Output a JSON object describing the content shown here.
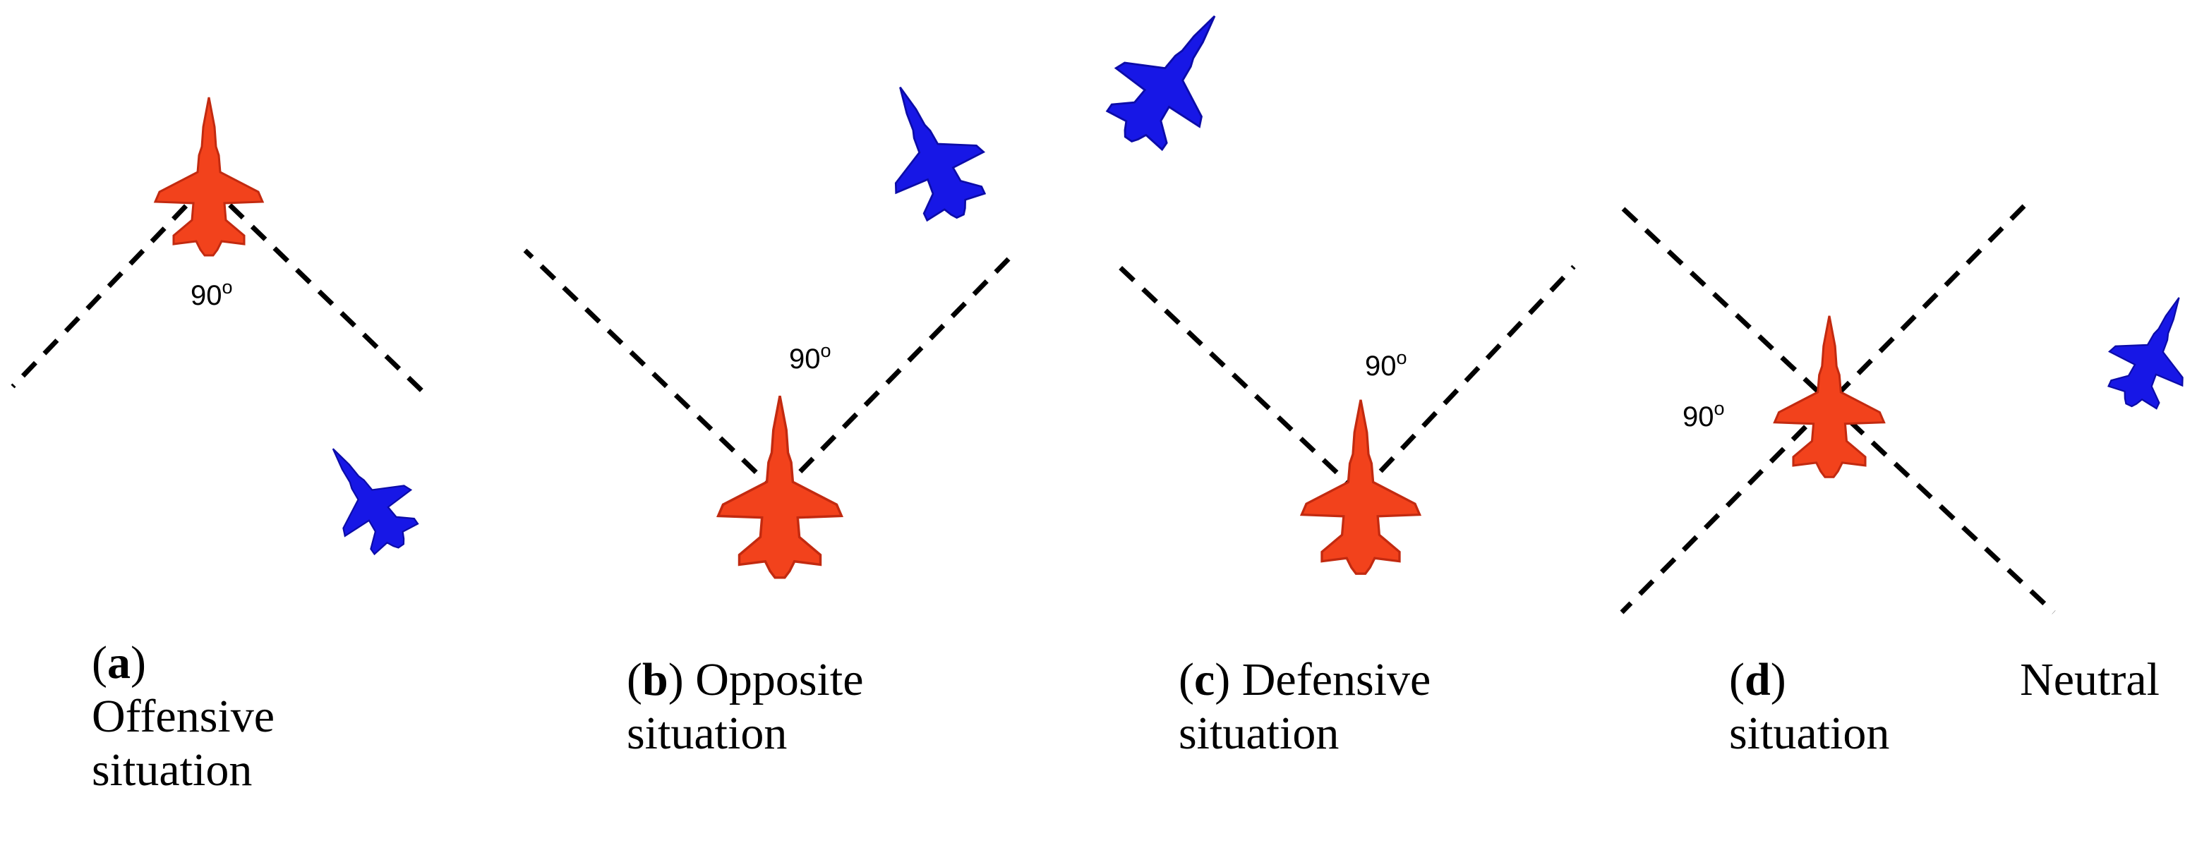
{
  "diagram": {
    "angle_value": "90",
    "angle_unit": "o",
    "colors": {
      "own_aircraft": "#f2421c",
      "own_aircraft_dark": "#c22a10",
      "enemy_aircraft": "#1717e6",
      "enemy_aircraft_dark": "#0c0ca8",
      "lines": "#000000"
    },
    "panels": [
      {
        "id": "a",
        "caption_label": "a",
        "caption_line1": "Offensive",
        "caption_line2": "situation"
      },
      {
        "id": "b",
        "caption_label": "b",
        "caption_line1": "Opposite",
        "caption_line2": "situation"
      },
      {
        "id": "c",
        "caption_label": "c",
        "caption_line1": "Defensive",
        "caption_line2": "situation"
      },
      {
        "id": "d",
        "caption_label": "d",
        "caption_line1": "Neutral",
        "caption_line2": "situation"
      }
    ]
  }
}
